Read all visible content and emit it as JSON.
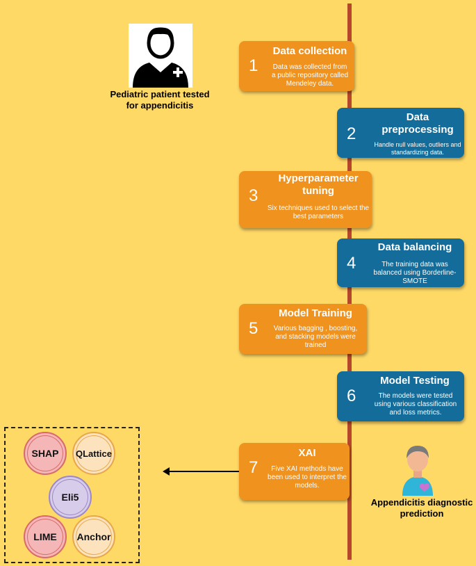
{
  "patient_caption": "Pediatric patient tested for appendicitis",
  "result_caption": "Appendicitis diagnostic prediction",
  "steps": [
    {
      "num": "1",
      "title": "Data collection",
      "desc": "Data was collected from a public repository called Mendeley data."
    },
    {
      "num": "2",
      "title": "Data preprocessing",
      "desc": "Handle null values, outliers and standardizing data."
    },
    {
      "num": "3",
      "title": "Hyperparameter tuning",
      "desc": "Six techniques used to select the best parameters"
    },
    {
      "num": "4",
      "title": "Data balancing",
      "desc": "The training data was balanced using Borderline-SMOTE"
    },
    {
      "num": "5",
      "title": "Model Training",
      "desc": "Various bagging , boosting, and stacking models were trained"
    },
    {
      "num": "6",
      "title": "Model Testing",
      "desc": "The models were tested using various classification and loss metrics."
    },
    {
      "num": "7",
      "title": "XAI",
      "desc": "Five XAI methods have been used to interpret the models."
    }
  ],
  "xai_methods": [
    "SHAP",
    "QLattice",
    "Eli5",
    "LIME",
    "Anchor"
  ],
  "colors": {
    "background": "#FFD966",
    "orange": "#F0921E",
    "blue": "#136C9A",
    "timeline": "#B7472A"
  },
  "icons": {
    "patient": "patient-with-medical-cross-icon",
    "result": "child-with-heart-icon"
  }
}
